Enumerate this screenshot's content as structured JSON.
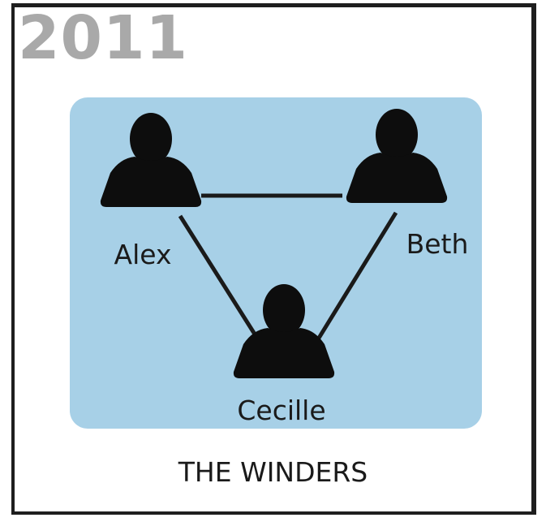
{
  "year": "2011",
  "title": "THE WINDERS",
  "colors": {
    "panel": "#a7d0e7",
    "person": "#0d0d0d",
    "year": "#a9a9a9",
    "frame": "#1e1e1e"
  },
  "people": [
    {
      "id": "alex",
      "name": "Alex",
      "icon": "person-icon"
    },
    {
      "id": "beth",
      "name": "Beth",
      "icon": "person-icon"
    },
    {
      "id": "cecille",
      "name": "Cecille",
      "icon": "person-icon"
    }
  ],
  "connections": [
    {
      "from": "alex",
      "to": "beth"
    },
    {
      "from": "alex",
      "to": "cecille"
    },
    {
      "from": "beth",
      "to": "cecille"
    }
  ]
}
